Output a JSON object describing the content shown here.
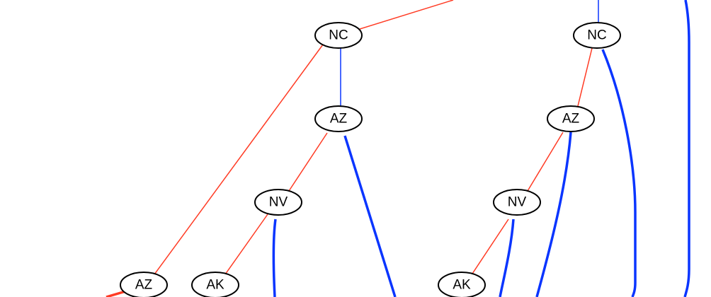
{
  "colors": {
    "red_edge": "#ff3b24",
    "blue_edge": "#0a35ff"
  },
  "nodes": [
    {
      "id": "nc1",
      "label": "NC"
    },
    {
      "id": "nc2",
      "label": "NC"
    },
    {
      "id": "az1",
      "label": "AZ"
    },
    {
      "id": "az2",
      "label": "AZ"
    },
    {
      "id": "nv1",
      "label": "NV"
    },
    {
      "id": "nv2",
      "label": "NV"
    },
    {
      "id": "az3",
      "label": "AZ"
    },
    {
      "id": "ak1",
      "label": "AK"
    },
    {
      "id": "ak2",
      "label": "AK"
    }
  ]
}
